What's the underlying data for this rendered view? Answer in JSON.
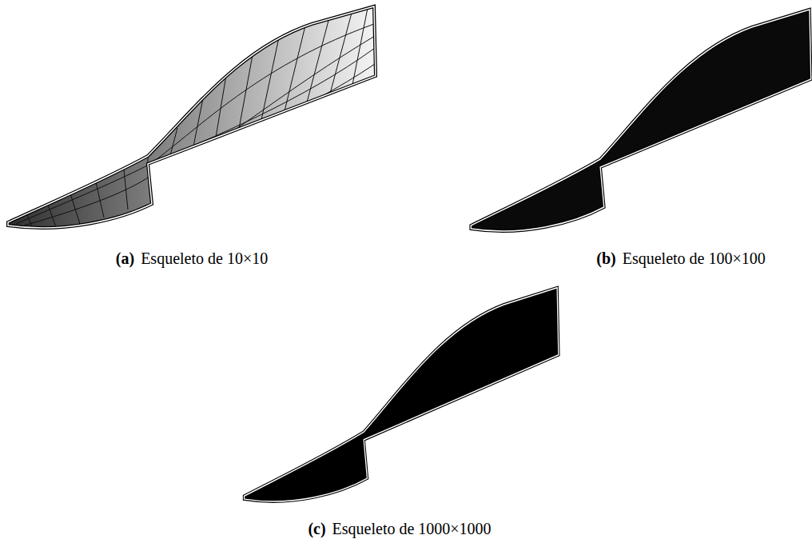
{
  "diagram": {
    "labels": [
      "(a)",
      "Esqueleto de 10×10",
      "(b)",
      "Esqueleto de 100×100",
      "(c)",
      "Esqueleto de 1000×1000"
    ]
  }
}
